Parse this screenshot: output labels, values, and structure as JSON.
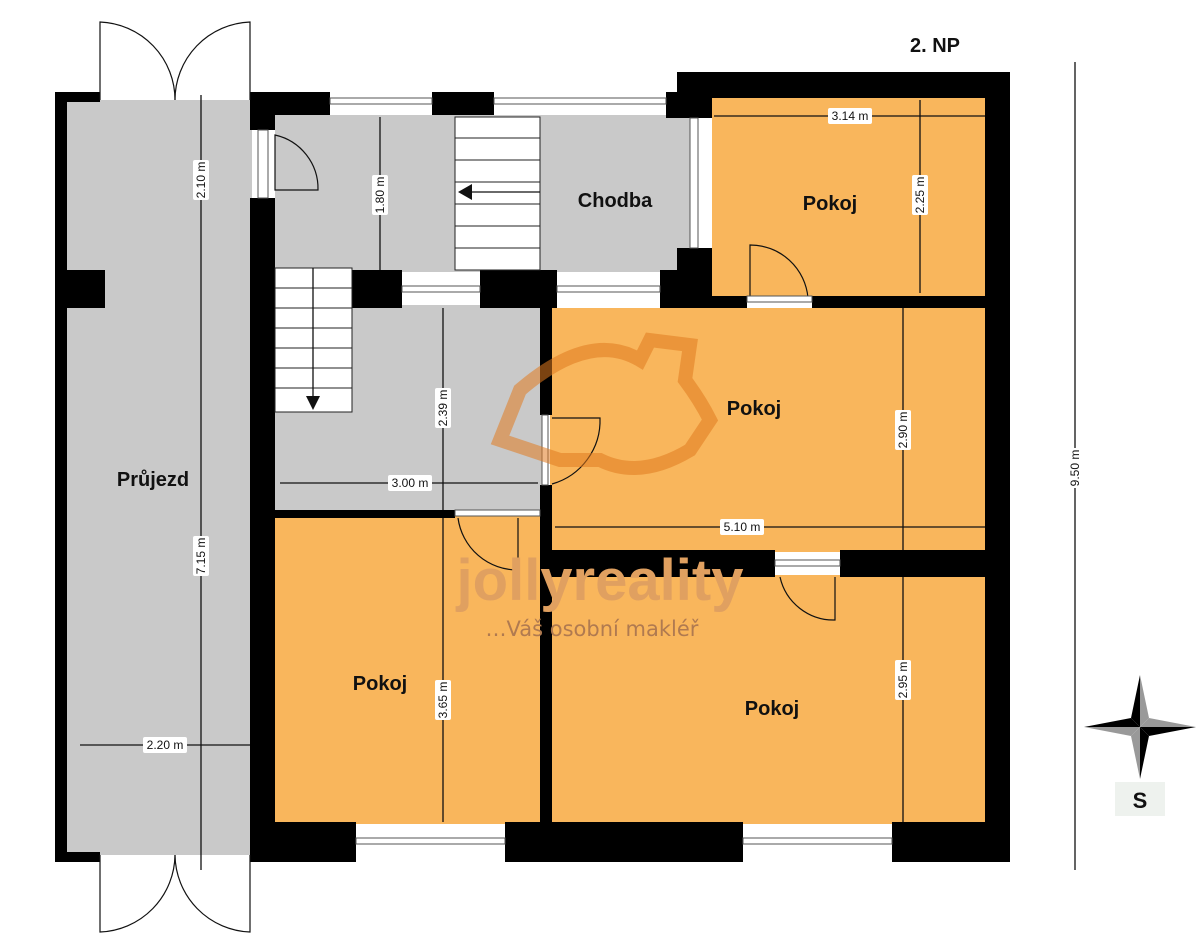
{
  "title": "2. NP",
  "colors": {
    "room": "#f9b65c",
    "hall": "#c9c9c9",
    "wall": "#000000",
    "watermark": "#e07a1f"
  },
  "rooms": {
    "passage": "Průjezd",
    "corridor": "Chodba",
    "room_top_right": "Pokoj",
    "room_middle": "Pokoj",
    "room_lower_left": "Pokoj",
    "room_lower_right": "Pokoj"
  },
  "dimensions": {
    "passage_top": "2.10 m",
    "passage_long": "7.15 m",
    "passage_width": "2.20 m",
    "corridor_height": "1.80 m",
    "room_top_right_width": "3.14 m",
    "room_top_right_height": "2.25 m",
    "hall_height": "2.39 m",
    "hall_width": "3.00 m",
    "room_middle_height": "2.90 m",
    "room_middle_width": "5.10 m",
    "room_lower_left_height": "3.65 m",
    "room_lower_right_height": "2.95 m",
    "total_height": "9.50 m"
  },
  "watermark": {
    "brand": "jollyreality",
    "slogan": "…Váš osobní makléř"
  },
  "compass": {
    "label": "S"
  }
}
